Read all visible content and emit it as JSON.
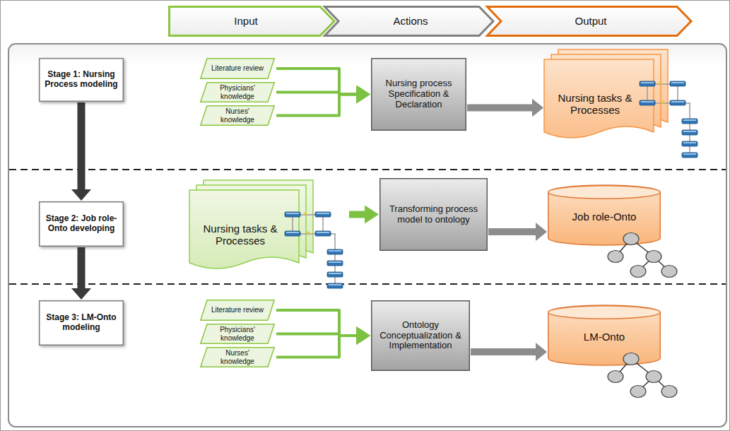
{
  "diagram": {
    "nodes": [
      {
        "text": [
          "Input"
        ]
      },
      {
        "text": [
          "Actions"
        ]
      },
      {
        "text": [
          "Output"
        ]
      },
      {
        "text": [
          "Stage 1: Nursing Process modeling"
        ]
      },
      {
        "text": [
          "Literature review"
        ]
      },
      {
        "text": [
          "Physicians' knowledge"
        ]
      },
      {
        "text": [
          "Nurses' knowledge"
        ]
      },
      {
        "text": [
          "Nursing process Specification & Declaration"
        ]
      },
      {
        "text": [
          "Nursing tasks & Processes"
        ]
      },
      {
        "text": [
          "Stage 2: Job role-Onto developing"
        ]
      },
      {
        "text": [
          "Nursing tasks & Processes"
        ]
      },
      {
        "text": [
          "Transforming process model to ontology"
        ]
      },
      {
        "text": [
          "Job role-Onto"
        ]
      },
      {
        "text": [
          "Stage 3: LM-Onto modeling"
        ]
      },
      {
        "text": [
          "Literature review"
        ]
      },
      {
        "text": [
          "Physicians' knowledge"
        ]
      },
      {
        "text": [
          "Nurses' knowledge"
        ]
      },
      {
        "text": [
          "Ontology Conceptualization & Implementation"
        ]
      },
      {
        "text": [
          "LM-Onto"
        ]
      }
    ],
    "edges": [
      {
        "from": 4,
        "to": 7,
        "arrow": "to"
      },
      {
        "from": 5,
        "to": 7,
        "arrow": "to"
      },
      {
        "from": 6,
        "to": 7,
        "arrow": "to"
      },
      {
        "from": 7,
        "to": 8,
        "arrow": "to"
      },
      {
        "from": 3,
        "to": 9,
        "arrow": "to"
      },
      {
        "from": 10,
        "to": 11,
        "arrow": "to"
      },
      {
        "from": 11,
        "to": 12,
        "arrow": "to"
      },
      {
        "from": 9,
        "to": 13,
        "arrow": "to"
      },
      {
        "from": 14,
        "to": 17,
        "arrow": "to"
      },
      {
        "from": 15,
        "to": 17,
        "arrow": "to"
      },
      {
        "from": 16,
        "to": 17,
        "arrow": "to"
      },
      {
        "from": 17,
        "to": 18,
        "arrow": "to"
      }
    ]
  }
}
